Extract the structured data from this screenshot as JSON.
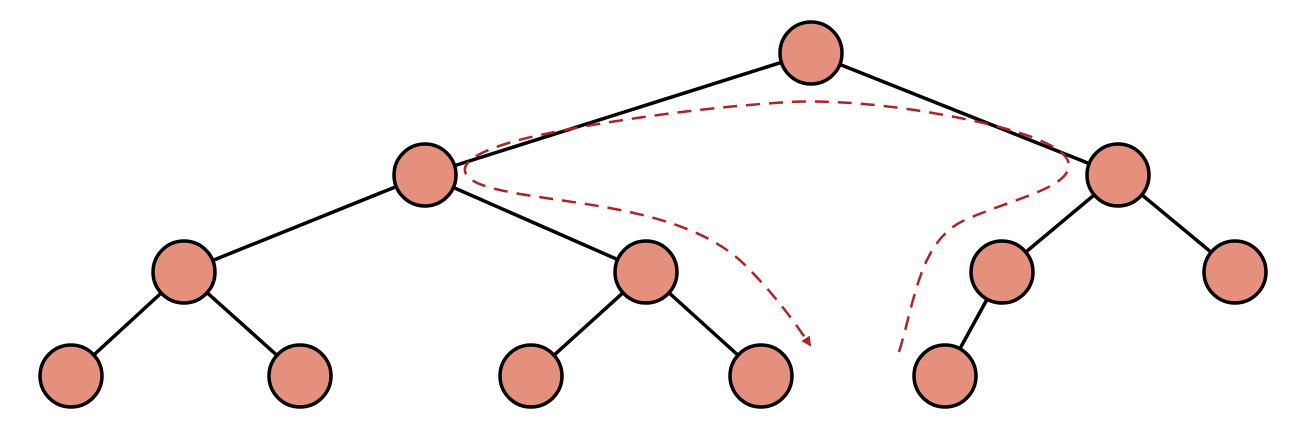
{
  "diagram": {
    "type": "binary-tree",
    "colors": {
      "node_fill": "#E5907D",
      "node_stroke": "#000000",
      "edge": "#000000",
      "path": "#B22222",
      "background": "#FFFFFF"
    },
    "nodes": [
      {
        "id": "root"
      },
      {
        "id": "left"
      },
      {
        "id": "right"
      },
      {
        "id": "left-left"
      },
      {
        "id": "left-right"
      },
      {
        "id": "right-left"
      },
      {
        "id": "right-right"
      },
      {
        "id": "left-left-left"
      },
      {
        "id": "left-left-right"
      },
      {
        "id": "left-right-left"
      },
      {
        "id": "left-right-right"
      },
      {
        "id": "right-left-left"
      }
    ],
    "edges": [
      [
        "root",
        "left"
      ],
      [
        "root",
        "right"
      ],
      [
        "left",
        "left-left"
      ],
      [
        "left",
        "left-right"
      ],
      [
        "right",
        "right-left"
      ],
      [
        "right",
        "right-right"
      ],
      [
        "left-left",
        "left-left-left"
      ],
      [
        "left-left",
        "left-left-right"
      ],
      [
        "left-right",
        "left-right-left"
      ],
      [
        "left-right",
        "left-right-right"
      ],
      [
        "right-left",
        "right-left-left"
      ]
    ],
    "traversal_path": {
      "style": "dashed",
      "direction": "backward",
      "has_arrowhead": true
    }
  }
}
